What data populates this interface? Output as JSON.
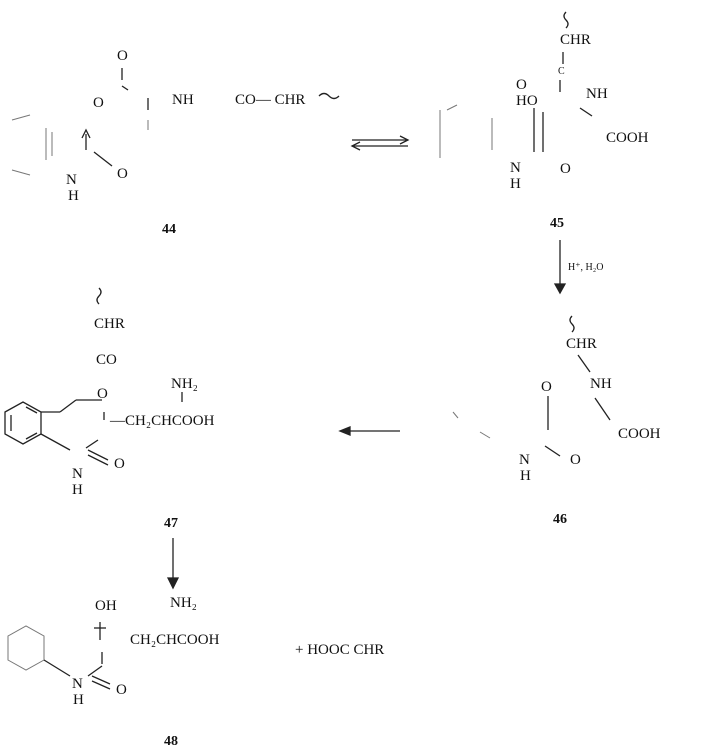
{
  "c44": {
    "o_top": "O",
    "o_left": "O",
    "nh": "NH",
    "co_chr": "CO— CHR",
    "wavy": "~~",
    "o_right": "O",
    "n": "N",
    "h": "H",
    "label": "44"
  },
  "c45": {
    "chr": "CHR",
    "c": "C",
    "nh": "NH",
    "ho": "HO",
    "o_left": "O",
    "cooh": "COOH",
    "n": "N",
    "h": "H",
    "o_bottom": "O",
    "label": "45",
    "reagent": "H⁺, H₂O"
  },
  "c46": {
    "chr": "CHR",
    "o": "O",
    "nh": "NH",
    "cooh": "COOH",
    "n": "N",
    "h": "H",
    "o_right": "O",
    "label": "46"
  },
  "c47": {
    "chr": "CHR",
    "co": "CO",
    "o": "O",
    "nh2": "NH₂",
    "chain": "—CH₂CHCOOH",
    "n": "N",
    "h": "H",
    "o_right": "O",
    "label": "47"
  },
  "c48": {
    "oh": "OH",
    "nh2": "NH₂",
    "chain": "CH₂CHCOOH",
    "product": "+ HOOC   CHR",
    "n": "N",
    "h": "H",
    "o_right": "O",
    "label": "48"
  }
}
